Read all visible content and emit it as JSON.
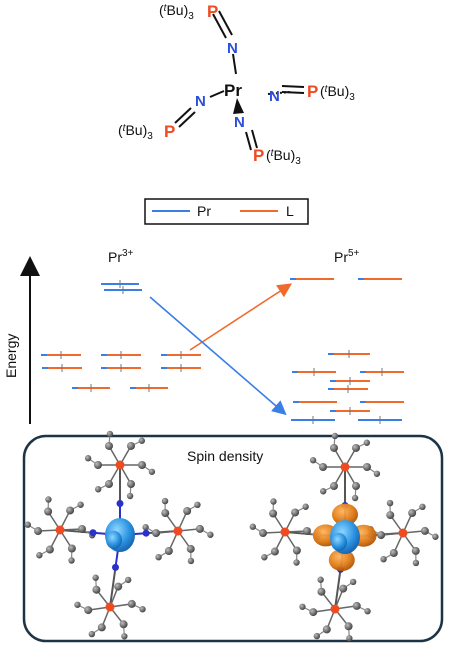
{
  "structure": {
    "center": "Pr",
    "nitrogen": "N",
    "phosphorus": "P",
    "tbu_left": "(",
    "tbu_italic": "t",
    "tbu_right": "Bu)",
    "tbu_sub": "3"
  },
  "legend": {
    "items": [
      {
        "label": "Pr",
        "color": "#3a7ee6"
      },
      {
        "label": "L",
        "color": "#ef6a2b"
      }
    ]
  },
  "energy_diagram": {
    "axis_label": "Energy",
    "left_title": "Pr",
    "left_sup": "3+",
    "right_title": "Pr",
    "right_sup": "5+"
  },
  "spin_density": {
    "title": "Spin density"
  },
  "colors": {
    "pr": "#3a7ee6",
    "ligand": "#ef6a2b",
    "nitrogen": "#2b4fd8",
    "phosphorus": "#ef4b23",
    "panel_border": "#1d3447"
  }
}
